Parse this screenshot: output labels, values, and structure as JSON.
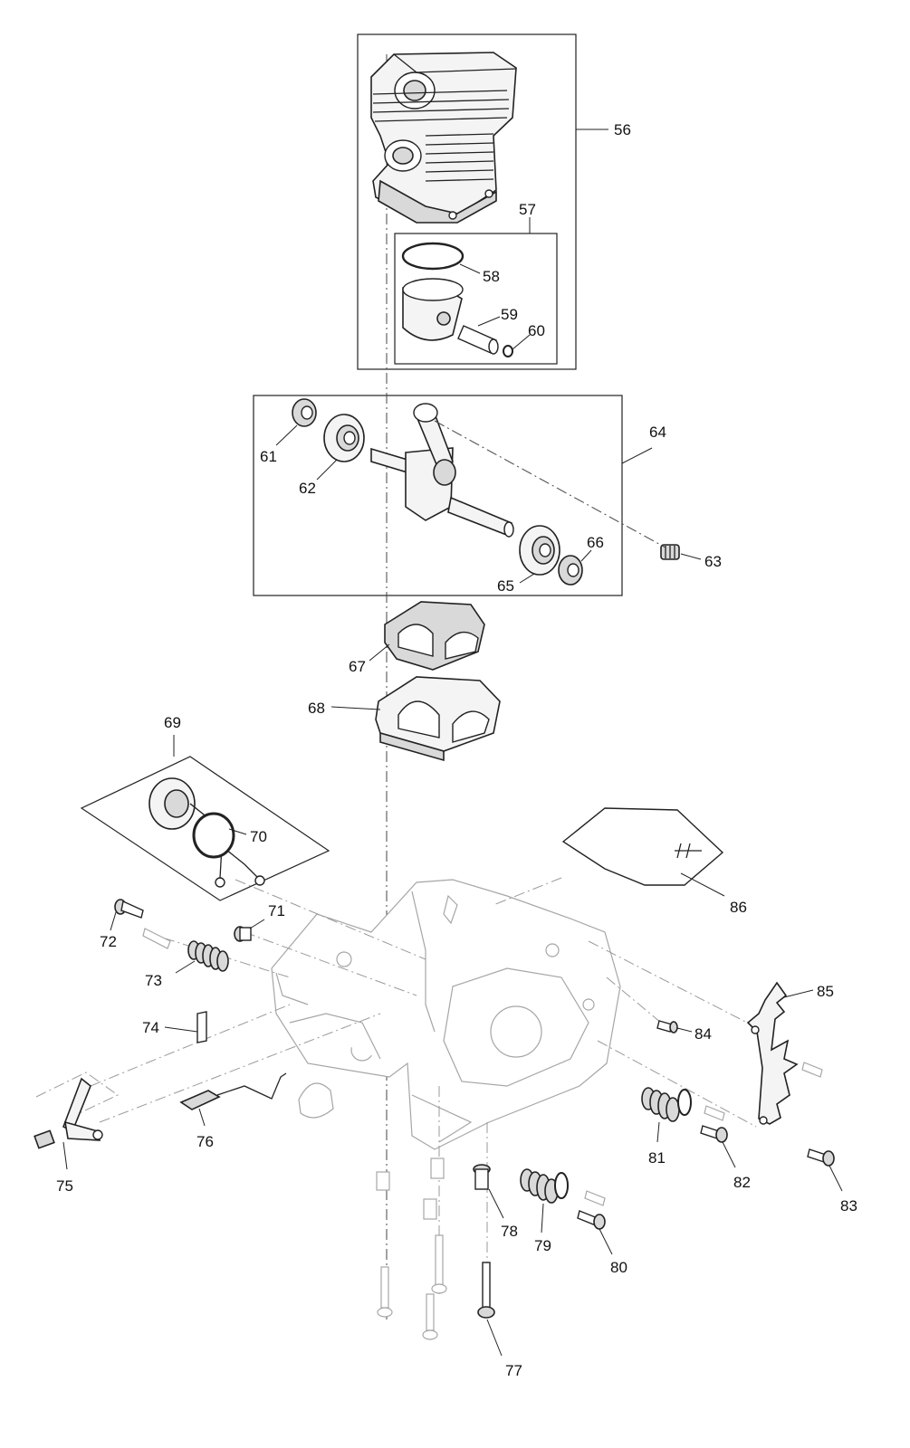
{
  "callouts": {
    "p56": "56",
    "p57": "57",
    "p58": "58",
    "p59": "59",
    "p60": "60",
    "p61": "61",
    "p62": "62",
    "p63": "63",
    "p64": "64",
    "p65": "65",
    "p66": "66",
    "p67": "67",
    "p68": "68",
    "p69": "69",
    "p70": "70",
    "p71": "71",
    "p72": "72",
    "p73": "73",
    "p74": "74",
    "p75": "75",
    "p76": "76",
    "p77": "77",
    "p78": "78",
    "p79": "79",
    "p80": "80",
    "p81": "81",
    "p82": "82",
    "p83": "83",
    "p84": "84",
    "p85": "85",
    "p86": "86"
  },
  "colors": {
    "line": "#222222",
    "background": "#ffffff",
    "ghost_line": "#a6a6a6"
  }
}
